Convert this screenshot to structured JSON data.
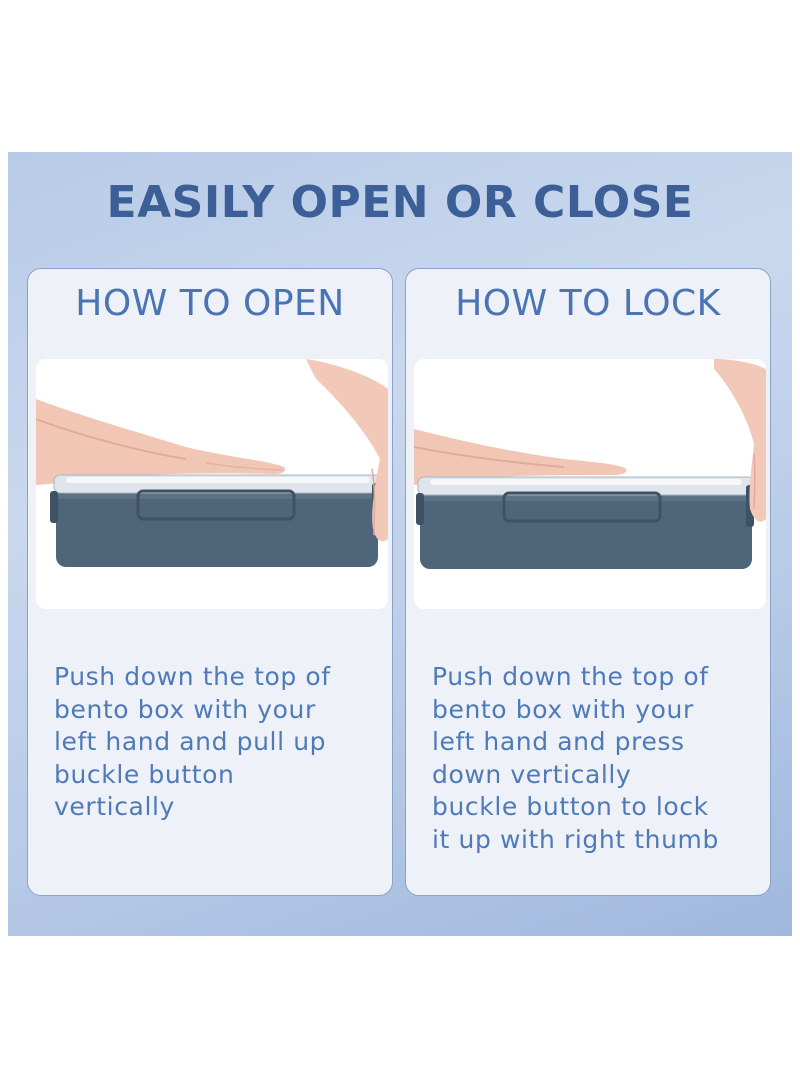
{
  "title": "EASILY OPEN OR CLOSE",
  "panels": [
    {
      "heading": "HOW TO OPEN",
      "description": "Push down the top of\nbento box with your\nleft hand and pull up\nbuckle button\nvertically",
      "image_icon": "bento-box-open-photo"
    },
    {
      "heading": "HOW TO LOCK",
      "description": "Push down the top of\nbento box with your\nleft hand and press\ndown vertically\nbuckle button to lock\nit up with right thumb",
      "image_icon": "bento-box-lock-photo"
    }
  ],
  "colors": {
    "title": "#3d5f97",
    "heading": "#4a74b4",
    "text": "#4f7ab8",
    "box": "#4f6579",
    "banner": "#c3d4ec"
  }
}
